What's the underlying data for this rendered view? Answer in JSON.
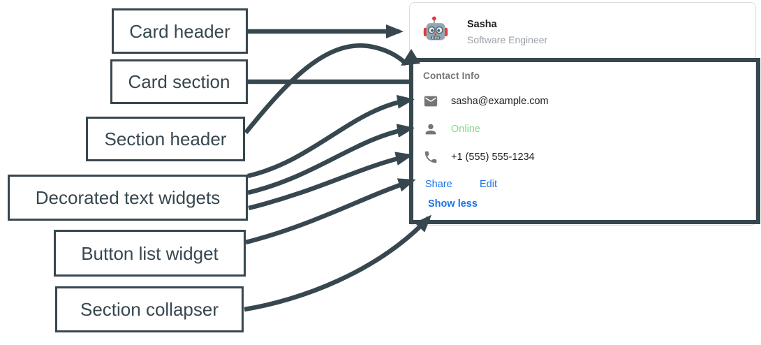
{
  "labels": [
    {
      "text": "Card header"
    },
    {
      "text": "Card section"
    },
    {
      "text": "Section header"
    },
    {
      "text": "Decorated text widgets"
    },
    {
      "text": "Button list widget"
    },
    {
      "text": "Section collapser"
    }
  ],
  "card": {
    "header": {
      "avatar_icon": "robot-avatar",
      "name": "Sasha",
      "subtitle": "Software Engineer"
    },
    "section": {
      "header": "Contact Info",
      "rows": [
        {
          "icon": "email-icon",
          "text": "sasha@example.com"
        },
        {
          "icon": "person-icon",
          "text": "Online"
        },
        {
          "icon": "phone-icon",
          "text": "+1 (555) 555-1234"
        }
      ],
      "buttons": [
        {
          "label": "Share"
        },
        {
          "label": "Edit"
        }
      ],
      "collapser": {
        "label": "Show less"
      }
    }
  },
  "colors": {
    "annotation": "#37474f",
    "link_blue": "#1a73e8",
    "online_green": "#81dd81",
    "text_dark": "#202124",
    "text_gray": "#9aa0a6",
    "icon_gray": "#757575",
    "section_header_gray": "#757575",
    "card_border": "#dadce0"
  }
}
